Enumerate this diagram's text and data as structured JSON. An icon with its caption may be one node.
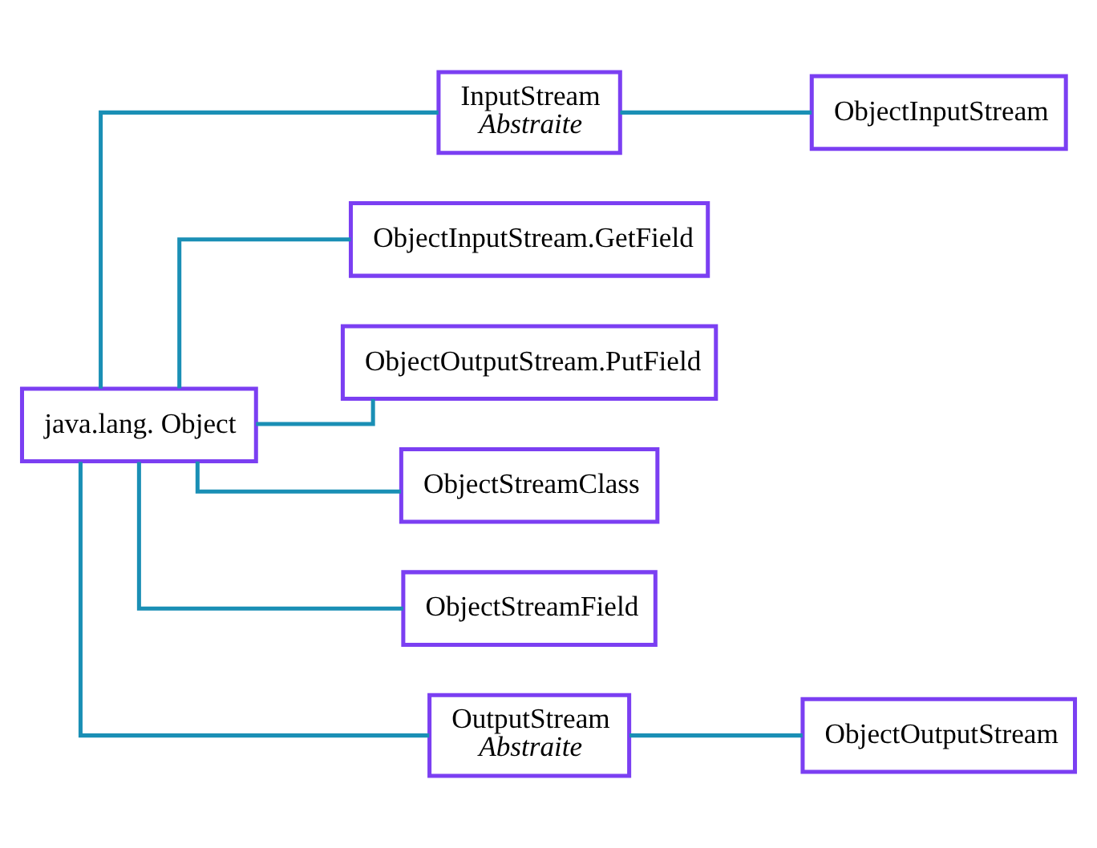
{
  "diagram": {
    "nodes": [
      {
        "text": [
          "java.lang. Object"
        ]
      },
      {
        "text": [
          "InputStream",
          "Abstraite"
        ]
      },
      {
        "text": [
          "ObjectInputStream"
        ]
      },
      {
        "text": [
          "ObjectInputStream.GetField"
        ]
      },
      {
        "text": [
          "ObjectOutputStream.PutField"
        ]
      },
      {
        "text": [
          "ObjectStreamClass"
        ]
      },
      {
        "text": [
          "ObjectStreamField"
        ]
      },
      {
        "text": [
          "OutputStream",
          "Abstraite"
        ]
      },
      {
        "text": [
          "ObjectOutputStream"
        ]
      }
    ],
    "edges": [
      {
        "from": 0,
        "to": 1,
        "arrow": "none"
      },
      {
        "from": 1,
        "to": 2,
        "arrow": "none"
      },
      {
        "from": 0,
        "to": 3,
        "arrow": "none"
      },
      {
        "from": 0,
        "to": 4,
        "arrow": "none"
      },
      {
        "from": 0,
        "to": 5,
        "arrow": "none"
      },
      {
        "from": 0,
        "to": 6,
        "arrow": "none"
      },
      {
        "from": 0,
        "to": 7,
        "arrow": "none"
      },
      {
        "from": 7,
        "to": 8,
        "arrow": "none"
      }
    ]
  }
}
